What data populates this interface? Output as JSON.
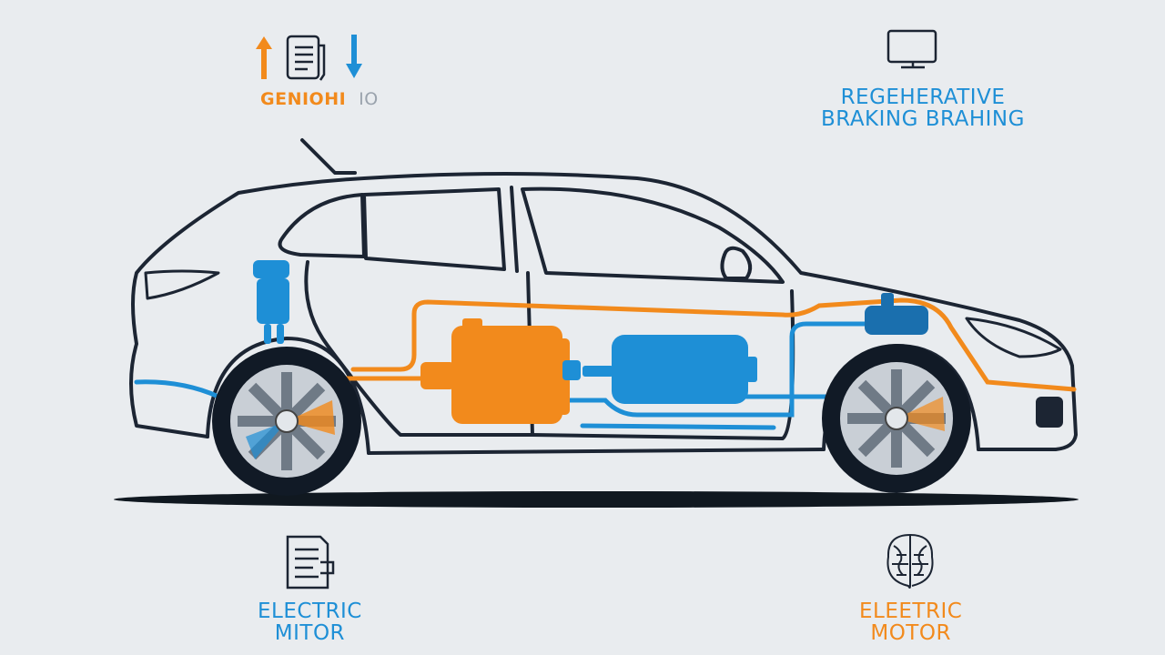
{
  "colors": {
    "background": "#e9ecef",
    "outline": "#1c2533",
    "orange": "#f28a1c",
    "blue": "#1e8fd6",
    "ground": "#101820"
  },
  "callouts": {
    "top_left": {
      "icons": [
        "arrow-up-icon",
        "document-icon",
        "arrow-down-icon"
      ],
      "text_primary": "GENIOHI",
      "text_secondary": "IO"
    },
    "top_right": {
      "icon": "monitor-icon",
      "line1": "REGEHERATIVE",
      "line2": "BRAKING BRAHING"
    },
    "bottom_left": {
      "icon": "document-icon",
      "line1": "ELECTRIC",
      "line2": "MITOR"
    },
    "bottom_right": {
      "icon": "brain-icon",
      "line1": "ELEETRIC",
      "line2": "MOTOR"
    }
  }
}
